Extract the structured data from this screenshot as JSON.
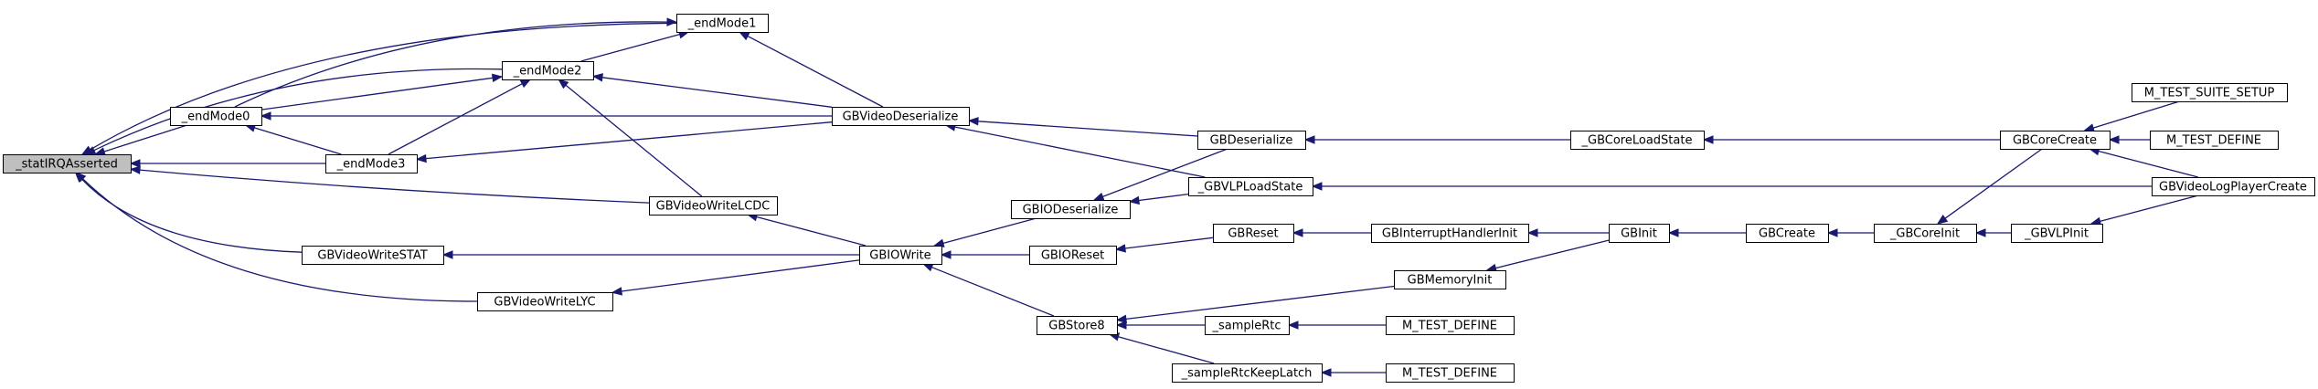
{
  "graph": {
    "nodes": {
      "statIRQ": "_statIRQAsserted",
      "endMode1": "_endMode1",
      "endMode2": "_endMode2",
      "endMode0": "_endMode0",
      "endMode3": "_endMode3",
      "vidDeser": "GBVideoDeserialize",
      "vidLCDC": "GBVideoWriteLCDC",
      "vidSTAT": "GBVideoWriteSTAT",
      "vidLYC": "GBVideoWriteLYC",
      "ioWrite": "GBIOWrite",
      "ioDeser": "GBIODeserialize",
      "ioReset": "GBIOReset",
      "store8": "GBStore8",
      "deser": "GBDeserialize",
      "vlpLoad": "_GBVLPLoadState",
      "reset": "GBReset",
      "sampleRtc": "_sampleRtc",
      "sampleLatch": "_sampleRtcKeepLatch",
      "memInit": "GBMemoryInit",
      "intInit": "GBInterruptHandlerInit",
      "mtd1": "M_TEST_DEFINE",
      "mtd2": "M_TEST_DEFINE",
      "coreLoad": "_GBCoreLoadState",
      "gbInit": "GBInit",
      "gbCreate": "GBCreate",
      "coreInit": "_GBCoreInit",
      "coreCreate": "GBCoreCreate",
      "vlpInit": "_GBVLPInit",
      "suiteSetup": "M_TEST_SUITE_SETUP",
      "mtd3": "M_TEST_DEFINE",
      "logPlayer": "GBVideoLogPlayerCreate"
    },
    "root": "statIRQ",
    "edges": [
      [
        "endMode1",
        "statIRQ"
      ],
      [
        "endMode2",
        "statIRQ"
      ],
      [
        "endMode0",
        "statIRQ"
      ],
      [
        "endMode3",
        "statIRQ"
      ],
      [
        "vidLCDC",
        "statIRQ"
      ],
      [
        "vidSTAT",
        "statIRQ"
      ],
      [
        "vidLYC",
        "statIRQ"
      ],
      [
        "endMode2",
        "endMode1"
      ],
      [
        "endMode0",
        "endMode1"
      ],
      [
        "vidDeser",
        "endMode1"
      ],
      [
        "endMode0",
        "endMode2"
      ],
      [
        "endMode3",
        "endMode2"
      ],
      [
        "vidDeser",
        "endMode2"
      ],
      [
        "vidLCDC",
        "endMode2"
      ],
      [
        "endMode3",
        "endMode0"
      ],
      [
        "vidDeser",
        "endMode0"
      ],
      [
        "vidDeser",
        "endMode3"
      ],
      [
        "deser",
        "vidDeser"
      ],
      [
        "vlpLoad",
        "vidDeser"
      ],
      [
        "ioWrite",
        "vidLCDC"
      ],
      [
        "ioWrite",
        "vidSTAT"
      ],
      [
        "ioWrite",
        "vidLYC"
      ],
      [
        "ioDeser",
        "ioWrite"
      ],
      [
        "ioReset",
        "ioWrite"
      ],
      [
        "store8",
        "ioWrite"
      ],
      [
        "deser",
        "ioDeser"
      ],
      [
        "vlpLoad",
        "ioDeser"
      ],
      [
        "reset",
        "ioReset"
      ],
      [
        "memInit",
        "store8"
      ],
      [
        "sampleRtc",
        "store8"
      ],
      [
        "sampleLatch",
        "store8"
      ],
      [
        "coreLoad",
        "deser"
      ],
      [
        "logPlayer",
        "vlpLoad"
      ],
      [
        "intInit",
        "reset"
      ],
      [
        "mtd1",
        "sampleRtc"
      ],
      [
        "mtd2",
        "sampleLatch"
      ],
      [
        "gbInit",
        "memInit"
      ],
      [
        "gbInit",
        "intInit"
      ],
      [
        "coreCreate",
        "coreLoad"
      ],
      [
        "gbCreate",
        "gbInit"
      ],
      [
        "coreInit",
        "gbCreate"
      ],
      [
        "coreCreate",
        "coreInit"
      ],
      [
        "vlpInit",
        "coreInit"
      ],
      [
        "suiteSetup",
        "coreCreate"
      ],
      [
        "mtd3",
        "coreCreate"
      ],
      [
        "logPlayer",
        "coreCreate"
      ],
      [
        "logPlayer",
        "vlpInit"
      ]
    ]
  }
}
